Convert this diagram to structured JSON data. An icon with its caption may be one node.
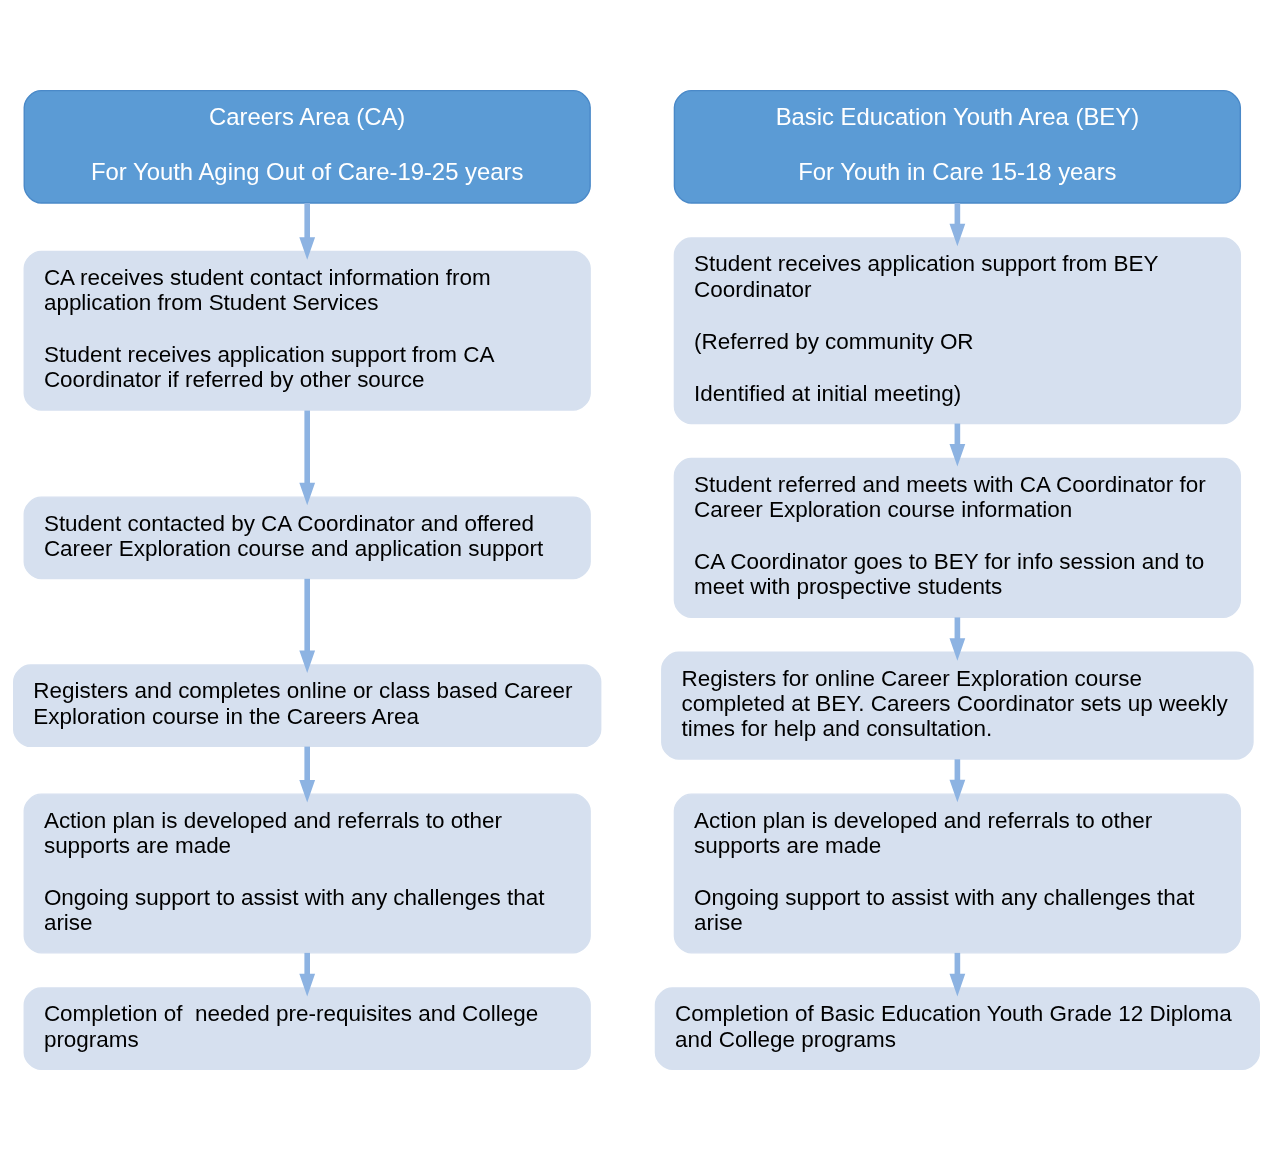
{
  "diagram": {
    "nodes": [
      {
        "text": [
          "Careers Area (CA)",
          "For Youth Aging Out of Care-19-25 years"
        ]
      },
      {
        "text": [
          "CA receives student contact information from application from Student Services",
          "Student receives application support from CA Coordinator if referred by other source"
        ]
      },
      {
        "text": [
          "Student contacted by CA Coordinator and offered Career Exploration course and application support"
        ]
      },
      {
        "text": [
          "Registers and completes online or class based Career Exploration course in the Careers Area"
        ]
      },
      {
        "text": [
          "Action plan is developed and referrals to other supports are made",
          "Ongoing support to assist with any challenges that arise"
        ]
      },
      {
        "text": [
          "Completion of  needed pre-requisites and College programs"
        ]
      },
      {
        "text": [
          "Basic Education Youth Area (BEY)",
          "For Youth in Care 15-18 years"
        ]
      },
      {
        "text": [
          "Student receives application support from BEY Coordinator",
          "(Referred by community OR",
          "Identified at initial meeting)"
        ]
      },
      {
        "text": [
          "Student referred and meets with CA Coordinator for Career Exploration course information",
          "CA Coordinator goes to BEY for info session and to meet with prospective students"
        ]
      },
      {
        "text": [
          "Registers for online Career Exploration course completed at BEY. Careers Coordinator sets up weekly times for help and consultation."
        ]
      },
      {
        "text": [
          "Action plan is developed and referrals to other supports are made",
          "Ongoing support to assist with any challenges that arise"
        ]
      },
      {
        "text": [
          "Completion of Basic Education Youth Grade 12 Diploma and College programs"
        ]
      }
    ],
    "edges": [
      {
        "from": 0,
        "to": 1,
        "arrow": "to"
      },
      {
        "from": 1,
        "to": 2,
        "arrow": "to"
      },
      {
        "from": 2,
        "to": 3,
        "arrow": "to"
      },
      {
        "from": 3,
        "to": 4,
        "arrow": "to"
      },
      {
        "from": 4,
        "to": 5,
        "arrow": "to"
      },
      {
        "from": 6,
        "to": 7,
        "arrow": "to"
      },
      {
        "from": 7,
        "to": 8,
        "arrow": "to"
      },
      {
        "from": 8,
        "to": 9,
        "arrow": "to"
      },
      {
        "from": 9,
        "to": 10,
        "arrow": "to"
      },
      {
        "from": 10,
        "to": 11,
        "arrow": "to"
      }
    ]
  }
}
